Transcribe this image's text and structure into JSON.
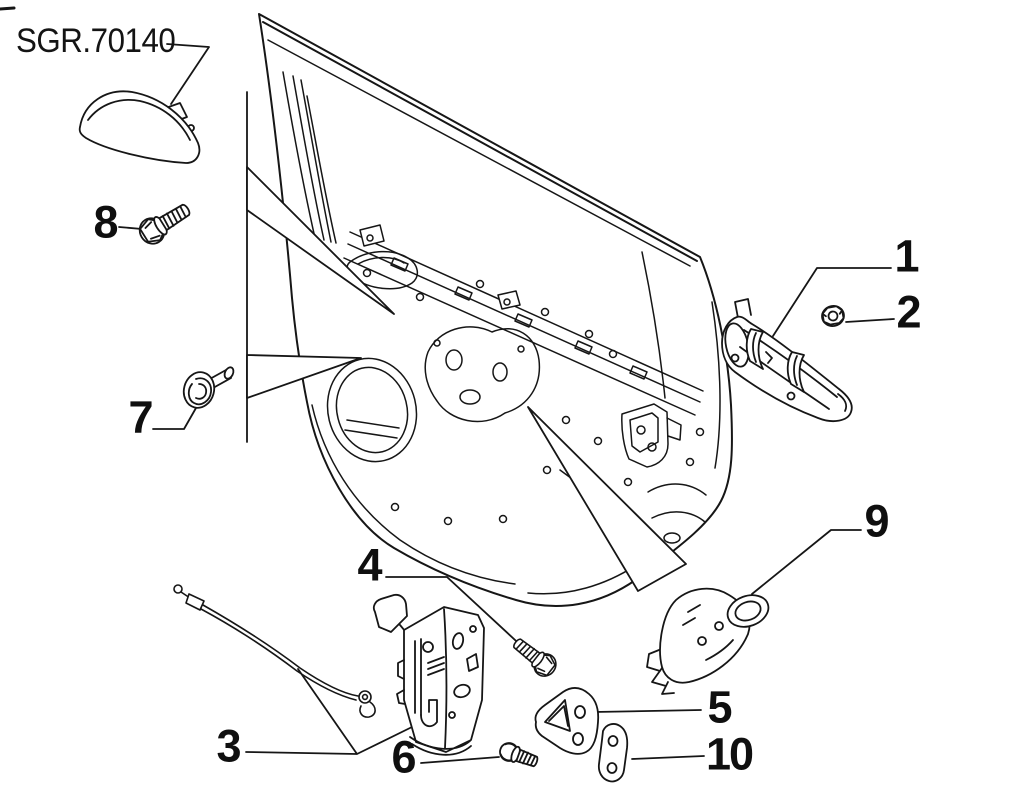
{
  "diagram": {
    "code": "SGR.70140",
    "colors": {
      "line": "#161616",
      "background": "#ffffff"
    },
    "callouts": [
      {
        "number": "1",
        "depicts": "exterior-door-handle"
      },
      {
        "number": "2",
        "depicts": "hex-nut"
      },
      {
        "number": "3",
        "depicts": "release-cable"
      },
      {
        "number": "4",
        "depicts": "hex-bolt"
      },
      {
        "number": "5",
        "depicts": "striker-plate"
      },
      {
        "number": "6",
        "depicts": "fixing-screw"
      },
      {
        "number": "7",
        "depicts": "retaining-clip"
      },
      {
        "number": "8",
        "depicts": "flanged-hex-bolt"
      },
      {
        "number": "9",
        "depicts": "lock-cylinder-support"
      },
      {
        "number": "10",
        "depicts": "striker-shim"
      }
    ]
  }
}
